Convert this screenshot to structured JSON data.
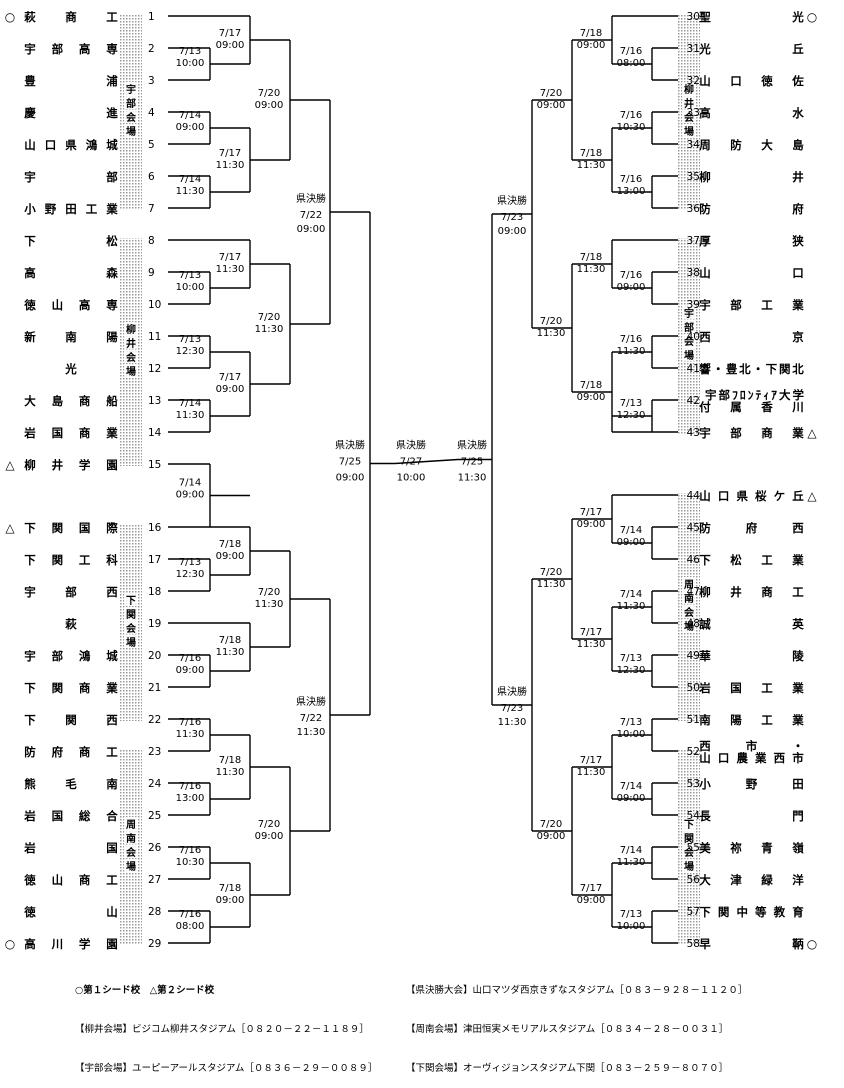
{
  "left_teams": [
    {
      "seed": "1",
      "name": "萩商工",
      "mark": "○"
    },
    {
      "seed": "2",
      "name": "宇部高専",
      "mark": ""
    },
    {
      "seed": "3",
      "name": "豊浦",
      "mark": ""
    },
    {
      "seed": "4",
      "name": "慶進",
      "mark": ""
    },
    {
      "seed": "5",
      "name": "山口県鴻城",
      "mark": ""
    },
    {
      "seed": "6",
      "name": "宇部",
      "mark": ""
    },
    {
      "seed": "7",
      "name": "小野田工業",
      "mark": ""
    },
    {
      "seed": "8",
      "name": "下松",
      "mark": ""
    },
    {
      "seed": "9",
      "name": "高森",
      "mark": ""
    },
    {
      "seed": "10",
      "name": "徳山高専",
      "mark": ""
    },
    {
      "seed": "11",
      "name": "新南陽",
      "mark": ""
    },
    {
      "seed": "12",
      "name": "光",
      "mark": ""
    },
    {
      "seed": "13",
      "name": "大島商船",
      "mark": ""
    },
    {
      "seed": "14",
      "name": "岩国商業",
      "mark": ""
    },
    {
      "seed": "15",
      "name": "柳井学園",
      "mark": "△"
    },
    {
      "seed": "16",
      "name": "下関国際",
      "mark": "△"
    },
    {
      "seed": "17",
      "name": "下関工科",
      "mark": ""
    },
    {
      "seed": "18",
      "name": "宇部西",
      "mark": ""
    },
    {
      "seed": "19",
      "name": "萩",
      "mark": ""
    },
    {
      "seed": "20",
      "name": "宇部鴻城",
      "mark": ""
    },
    {
      "seed": "21",
      "name": "下関商業",
      "mark": ""
    },
    {
      "seed": "22",
      "name": "下関西",
      "mark": ""
    },
    {
      "seed": "23",
      "name": "防府商工",
      "mark": ""
    },
    {
      "seed": "24",
      "name": "熊毛南",
      "mark": ""
    },
    {
      "seed": "25",
      "name": "岩国総合",
      "mark": ""
    },
    {
      "seed": "26",
      "name": "岩国",
      "mark": ""
    },
    {
      "seed": "27",
      "name": "徳山商工",
      "mark": ""
    },
    {
      "seed": "28",
      "name": "徳山",
      "mark": ""
    },
    {
      "seed": "29",
      "name": "高川学園",
      "mark": "○"
    }
  ],
  "right_teams": [
    {
      "seed": "30",
      "name": "聖光",
      "line2": "",
      "mark": "○"
    },
    {
      "seed": "31",
      "name": "光丘",
      "line2": "",
      "mark": ""
    },
    {
      "seed": "32",
      "name": "山口徳佐",
      "line2": "",
      "mark": ""
    },
    {
      "seed": "33",
      "name": "高水",
      "line2": "",
      "mark": ""
    },
    {
      "seed": "34",
      "name": "周防大島",
      "line2": "",
      "mark": ""
    },
    {
      "seed": "35",
      "name": "柳井",
      "line2": "",
      "mark": ""
    },
    {
      "seed": "36",
      "name": "防府",
      "line2": "",
      "mark": ""
    },
    {
      "seed": "37",
      "name": "厚狭",
      "line2": "",
      "mark": ""
    },
    {
      "seed": "38",
      "name": "山口",
      "line2": "",
      "mark": ""
    },
    {
      "seed": "39",
      "name": "宇部工業",
      "line2": "",
      "mark": ""
    },
    {
      "seed": "40",
      "name": "西京",
      "line2": "",
      "mark": ""
    },
    {
      "seed": "41",
      "name": "響・豊北・下関北",
      "line2": "",
      "mark": ""
    },
    {
      "seed": "42",
      "name": "宇部ﾌﾛﾝﾃｨｱ大学",
      "line2": "付属香川",
      "mark": ""
    },
    {
      "seed": "43",
      "name": "宇部商業",
      "line2": "",
      "mark": "△"
    },
    {
      "seed": "44",
      "name": "山口県桜ケ丘",
      "line2": "",
      "mark": "△"
    },
    {
      "seed": "45",
      "name": "防府西",
      "line2": "",
      "mark": ""
    },
    {
      "seed": "46",
      "name": "下松工業",
      "line2": "",
      "mark": ""
    },
    {
      "seed": "47",
      "name": "柳井商工",
      "line2": "",
      "mark": ""
    },
    {
      "seed": "48",
      "name": "誠英",
      "line2": "",
      "mark": ""
    },
    {
      "seed": "49",
      "name": "華陵",
      "line2": "",
      "mark": ""
    },
    {
      "seed": "50",
      "name": "岩国工業",
      "line2": "",
      "mark": ""
    },
    {
      "seed": "51",
      "name": "南陽工業",
      "line2": "",
      "mark": ""
    },
    {
      "seed": "52",
      "name": "西市・",
      "line2": "山口農業西市",
      "mark": ""
    },
    {
      "seed": "53",
      "name": "小野田",
      "line2": "",
      "mark": ""
    },
    {
      "seed": "54",
      "name": "長門",
      "line2": "",
      "mark": ""
    },
    {
      "seed": "55",
      "name": "美祢青嶺",
      "line2": "",
      "mark": ""
    },
    {
      "seed": "56",
      "name": "大津緑洋",
      "line2": "",
      "mark": ""
    },
    {
      "seed": "57",
      "name": "下関中等教育",
      "line2": "",
      "mark": ""
    },
    {
      "seed": "58",
      "name": "早鞆",
      "line2": "",
      "mark": "○"
    }
  ],
  "venues": [
    {
      "name": "宇部会場"
    },
    {
      "name": "柳井会場"
    },
    {
      "name": "下関会場"
    },
    {
      "name": "周南会場"
    },
    {
      "name": "柳井会場"
    },
    {
      "name": "宇部会場"
    },
    {
      "name": "周南会場"
    },
    {
      "name": "下関会場"
    }
  ],
  "left_round1": [
    {
      "date": "7/13",
      "time": "10:00"
    },
    {
      "date": "7/14",
      "time": "09:00"
    },
    {
      "date": "7/14",
      "time": "11:30"
    },
    {
      "date": "7/13",
      "time": "10:00"
    },
    {
      "date": "7/13",
      "time": "12:30"
    },
    {
      "date": "7/14",
      "time": "11:30"
    },
    {
      "date": "7/14",
      "time": "09:00"
    },
    {
      "date": "7/13",
      "time": "12:30"
    },
    {
      "date": "7/16",
      "time": "09:00"
    },
    {
      "date": "7/16",
      "time": "11:30"
    },
    {
      "date": "7/16",
      "time": "13:00"
    },
    {
      "date": "7/16",
      "time": "10:30"
    },
    {
      "date": "7/16",
      "time": "08:00"
    }
  ],
  "left_round2": [
    {
      "date": "7/17",
      "time": "09:00"
    },
    {
      "date": "7/17",
      "time": "11:30"
    },
    {
      "date": "7/17",
      "time": "11:30"
    },
    {
      "date": "7/17",
      "time": "09:00"
    },
    {
      "date": "7/18",
      "time": "09:00"
    },
    {
      "date": "7/18",
      "time": "11:30"
    },
    {
      "date": "7/18",
      "time": "11:30"
    },
    {
      "date": "7/18",
      "time": "09:00"
    }
  ],
  "left_round3": [
    {
      "date": "7/20",
      "time": "09:00"
    },
    {
      "date": "7/20",
      "time": "11:30"
    },
    {
      "date": "7/20",
      "time": "11:30"
    },
    {
      "date": "7/20",
      "time": "09:00"
    }
  ],
  "right_round1": [
    {
      "date": "7/16",
      "time": "08:00"
    },
    {
      "date": "7/16",
      "time": "10:30"
    },
    {
      "date": "7/16",
      "time": "13:00"
    },
    {
      "date": "7/16",
      "time": "09:00"
    },
    {
      "date": "7/16",
      "time": "11:30"
    },
    {
      "date": "7/13",
      "time": "12:30"
    },
    {
      "date": "7/14",
      "time": "09:00"
    },
    {
      "date": "7/14",
      "time": "11:30"
    },
    {
      "date": "7/13",
      "time": "12:30"
    },
    {
      "date": "7/13",
      "time": "10:00"
    },
    {
      "date": "7/14",
      "time": "09:00"
    },
    {
      "date": "7/14",
      "time": "11:30"
    },
    {
      "date": "7/13",
      "time": "10:00"
    }
  ],
  "right_round2": [
    {
      "date": "7/18",
      "time": "09:00"
    },
    {
      "date": "7/18",
      "time": "11:30"
    },
    {
      "date": "7/18",
      "time": "11:30"
    },
    {
      "date": "7/18",
      "time": "09:00"
    },
    {
      "date": "7/17",
      "time": "09:00"
    },
    {
      "date": "7/17",
      "time": "11:30"
    },
    {
      "date": "7/17",
      "time": "11:30"
    },
    {
      "date": "7/17",
      "time": "09:00"
    }
  ],
  "right_round3": [
    {
      "date": "7/20",
      "time": "09:00"
    },
    {
      "date": "7/20",
      "time": "11:30"
    },
    {
      "date": "7/20",
      "time": "11:30"
    },
    {
      "date": "7/20",
      "time": "09:00"
    }
  ],
  "semis_left": [
    {
      "title": "県決勝",
      "date": "7/22",
      "time": "09:00"
    },
    {
      "title": "県決勝",
      "date": "7/22",
      "time": "11:30"
    }
  ],
  "semis_right": [
    {
      "title": "県決勝",
      "date": "7/23",
      "time": "09:00"
    },
    {
      "title": "県決勝",
      "date": "7/23",
      "time": "11:30"
    }
  ],
  "finals": [
    {
      "title": "県決勝",
      "date": "7/25",
      "time": "09:00"
    },
    {
      "title": "県決勝",
      "date": "7/27",
      "time": "10:00"
    },
    {
      "title": "県決勝",
      "date": "7/25",
      "time": "11:30"
    }
  ],
  "legend_left": [
    "○第１シード校　△第２シード校",
    "【柳井会場】ビジコム柳井スタジアム［０８２０－２２－１１８９］",
    "【宇部会場】ユーピーアールスタジアム［０８３６－２９－００８９］"
  ],
  "legend_right": [
    "【県決勝大会】山口マツダ西京きずなスタジアム［０８３－９２８－１１２０］",
    "【周南会場】津田恒実メモリアルスタジアム［０８３４－２８－００３１］",
    "【下関会場】オーヴィジョンスタジアム下関［０８３－２５９－８０７０］"
  ]
}
